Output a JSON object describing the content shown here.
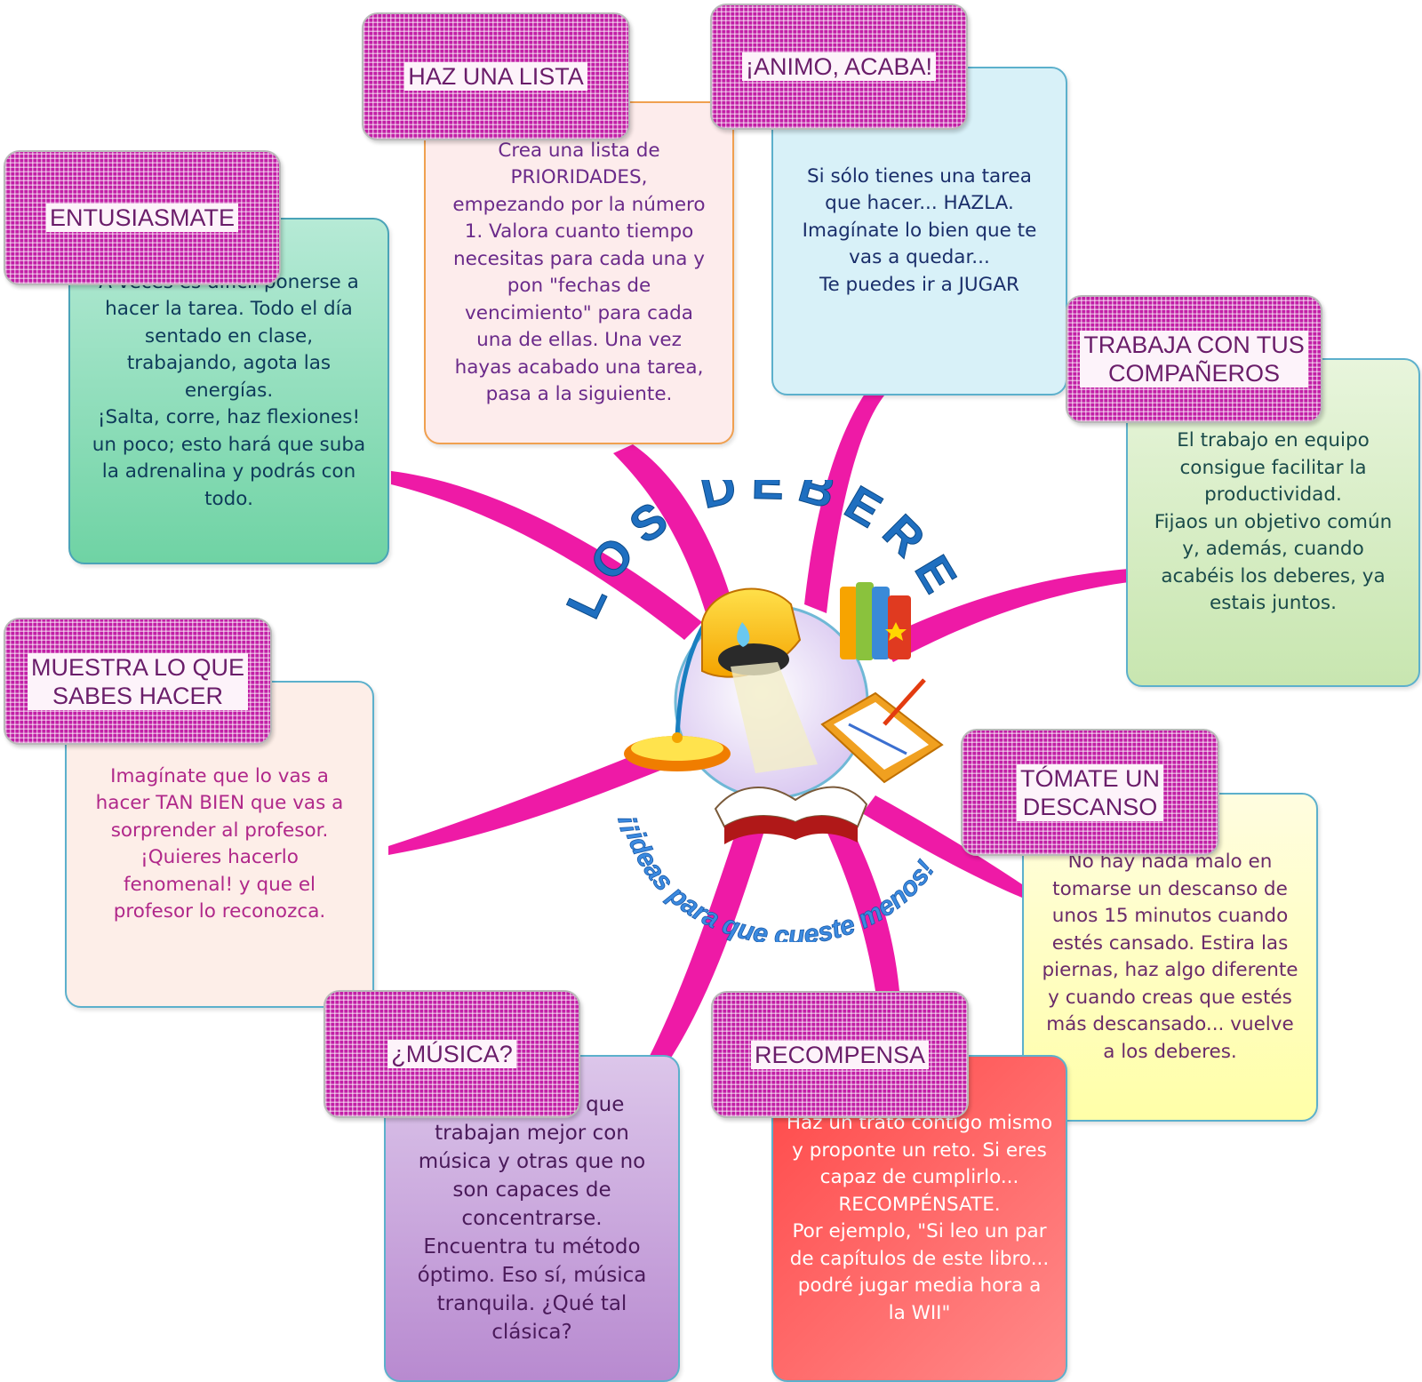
{
  "center": {
    "title": "LOS DEBERES",
    "subtitle": "¡¡ideas para que cueste menos!"
  },
  "colors": {
    "branch": "#ee1aa6",
    "title_box": "#c21fa6",
    "title_text": "#6a1d6a",
    "center_title": "#1f6fc0"
  },
  "icons": [
    "bell-lamp-icon",
    "books-icon",
    "clipboard-pencil-icon",
    "open-book-icon"
  ],
  "nodes": [
    {
      "title": "HAZ UNA LISTA",
      "text": "Crea una lista de\nPRIORIDADES,\nempezando por la número\n1. Valora cuanto tiempo\nnecesitas para cada una y\npon \"fechas de\nvencimiento\" para cada\nuna de ellas. Una vez\nhayas acabado una tarea,\npasa a la siguiente."
    },
    {
      "title": "¡ANIMO, ACABA!",
      "text": "Si sólo tienes una tarea\nque hacer... HAZLA.\nImagínate lo bien que te\nvas a quedar...\nTe puedes ir a JUGAR"
    },
    {
      "title": "ENTUSIASMATE",
      "text": "A veces es difícil ponerse a\nhacer la tarea. Todo el día\nsentado en clase,\ntrabajando, agota las\nenergías.\n¡Salta, corre, haz flexiones!\nun poco; esto hará que suba\nla adrenalina y podrás con\ntodo."
    },
    {
      "title": "TRABAJA CON TUS\nCOMPAÑEROS",
      "text": "El trabajo en equipo\nconsigue facilitar la\nproductividad.\nFijaos un objetivo común\ny, además, cuando\nacabéis los deberes, ya\nestais juntos."
    },
    {
      "title": "MUESTRA LO QUE\nSABES HACER",
      "text": "Imagínate que lo vas a\nhacer TAN BIEN que vas a\nsorprender al profesor.\n¡Quieres hacerlo\nfenomenal! y que el\nprofesor lo reconozca."
    },
    {
      "title": "TÓMATE UN\nDESCANSO",
      "text": "No hay nada malo en\ntomarse un descanso de\nunos 15 minutos cuando\nestés cansado. Estira las\npiernas, haz algo diferente\ny cuando creas que estés\nmás descansado... vuelve\na los deberes."
    },
    {
      "title": "¿MÚSICA?",
      "text": "Hay personas que\ntrabajan mejor con\nmúsica y otras que no\nson capaces de\nconcentrarse.\nEncuentra tu método\nóptimo. Eso sí, música\ntranquila. ¿Qué tal\nclásica?"
    },
    {
      "title": "RECOMPENSA",
      "text": "Haz un trato contigo mismo\ny proponte un reto. Si eres\ncapaz de cumplirlo...\nRECOMPÉNSATE.\nPor ejemplo, \"Si leo un par\nde capítulos de este libro...\npodré jugar media hora a\nla WII\""
    }
  ]
}
